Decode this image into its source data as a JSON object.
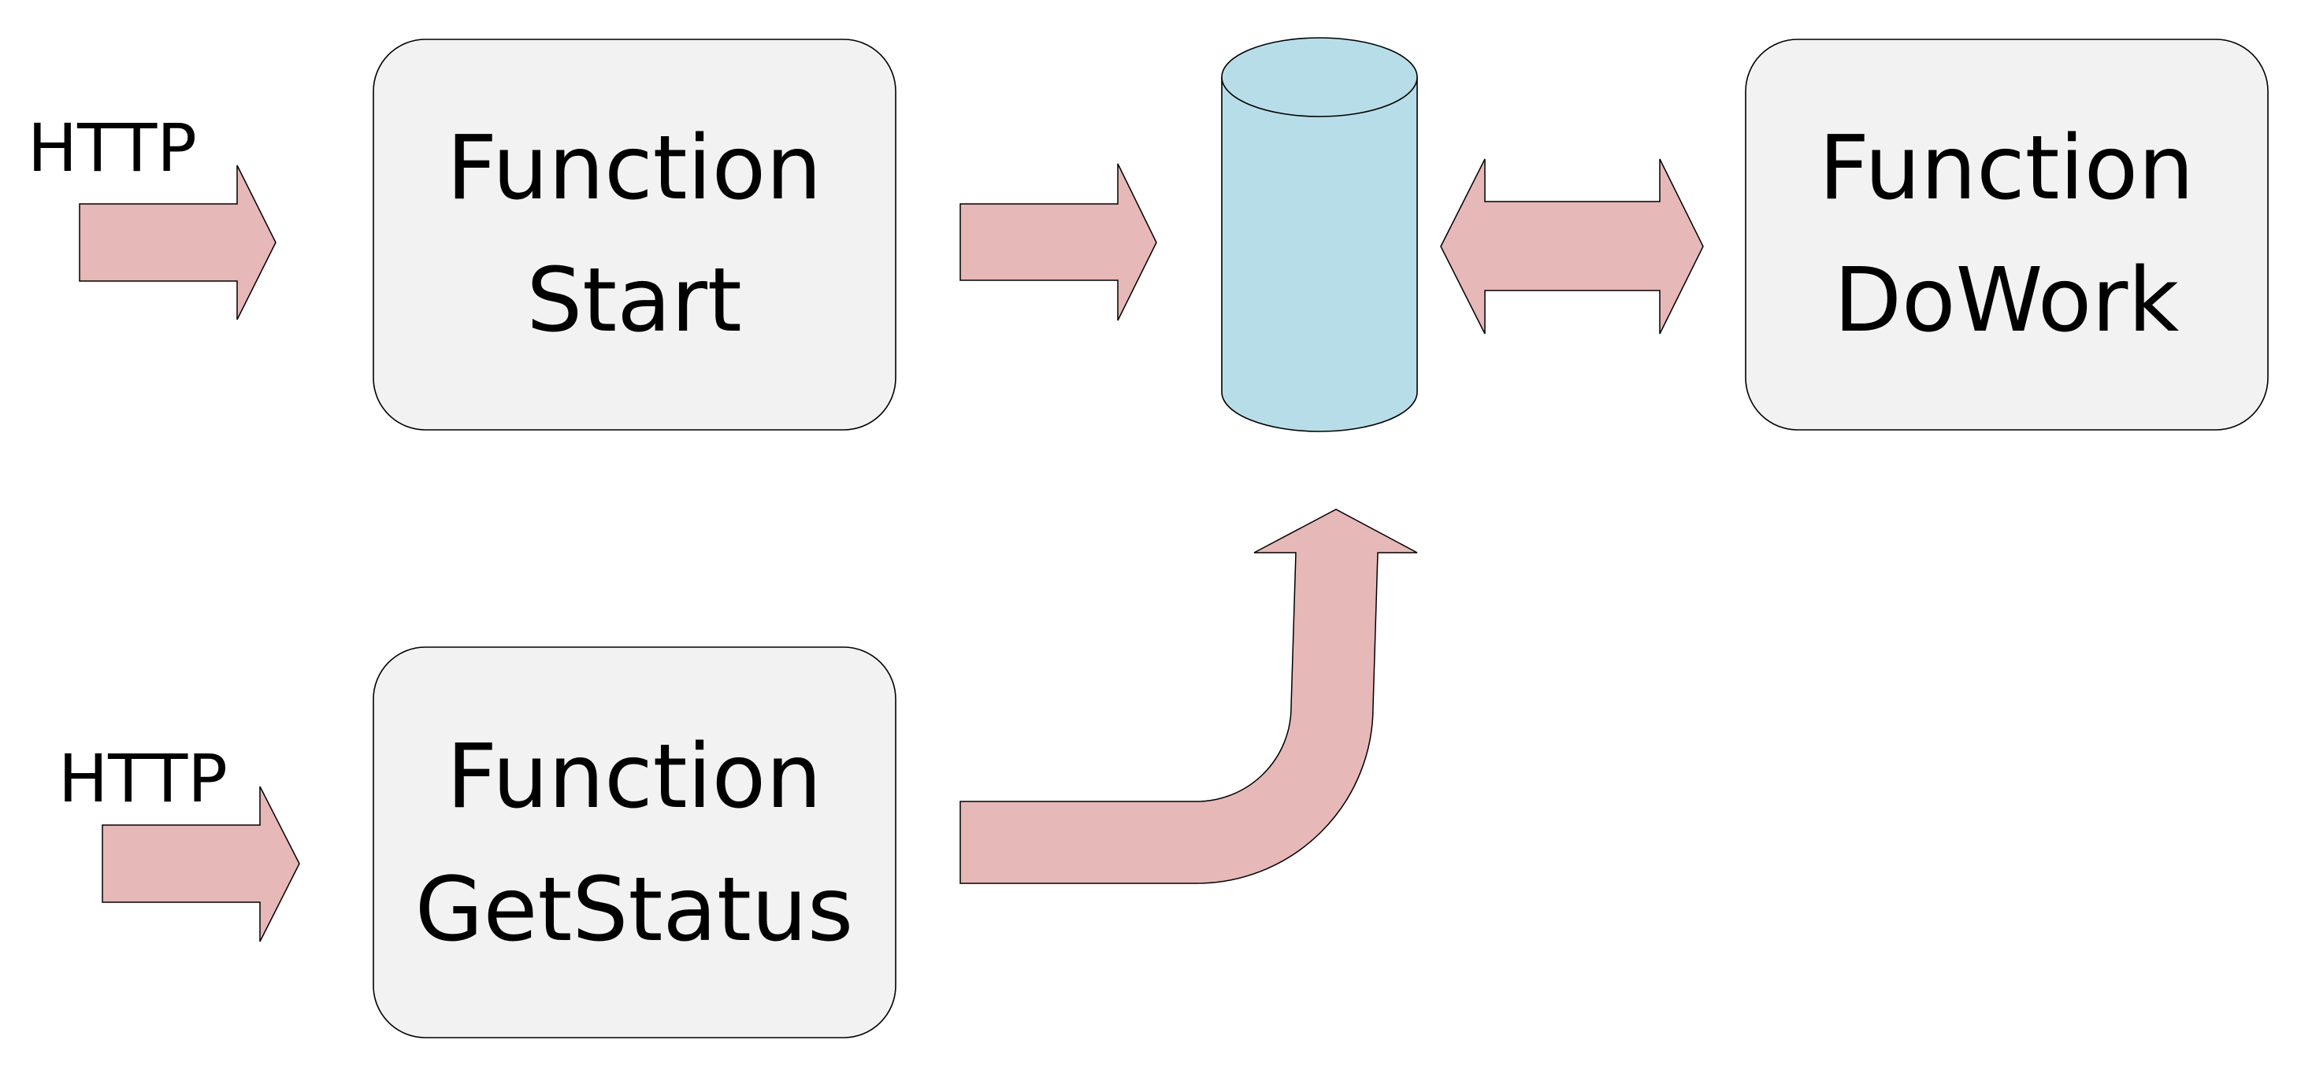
{
  "diagram": {
    "start_box": {
      "line1": "Function",
      "line2": "Start"
    },
    "status_box": {
      "line1": "Function",
      "line2": "GetStatus"
    },
    "dowork_box": {
      "line1": "Function",
      "line2": "DoWork"
    },
    "trigger_top_label": "HTTP",
    "trigger_bottom_label": "HTTP"
  },
  "colors": {
    "box_fill": "#f2f2f2",
    "arrow_fill": "#e6b8b7",
    "storage_fill": "#b7dde8",
    "outline": "#000000"
  }
}
